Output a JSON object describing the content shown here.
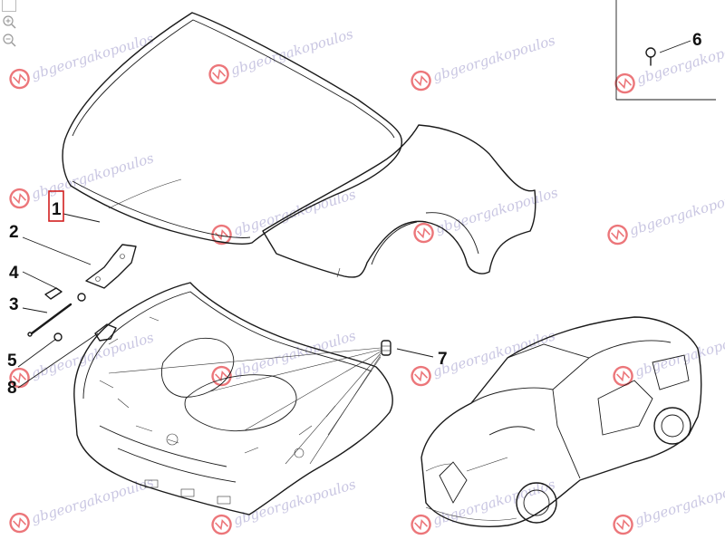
{
  "callouts": [
    {
      "id": "1",
      "label": "1"
    },
    {
      "id": "2",
      "label": "2"
    },
    {
      "id": "3",
      "label": "3"
    },
    {
      "id": "4",
      "label": "4"
    },
    {
      "id": "5",
      "label": "5"
    },
    {
      "id": "6",
      "label": "6"
    },
    {
      "id": "7",
      "label": "7"
    },
    {
      "id": "8",
      "label": "8"
    }
  ],
  "watermark": {
    "text": "gbgeorgakopoulos",
    "logo_icon": "gb-logo-icon"
  },
  "toolbar": {
    "zoom_in_icon": "zoom-in-icon",
    "zoom_out_icon": "zoom-out-icon"
  },
  "colors": {
    "callout_box": "#d22020",
    "watermark": "#c9c6e2",
    "logo": "#e5484d",
    "line": "#1a1a1a"
  }
}
